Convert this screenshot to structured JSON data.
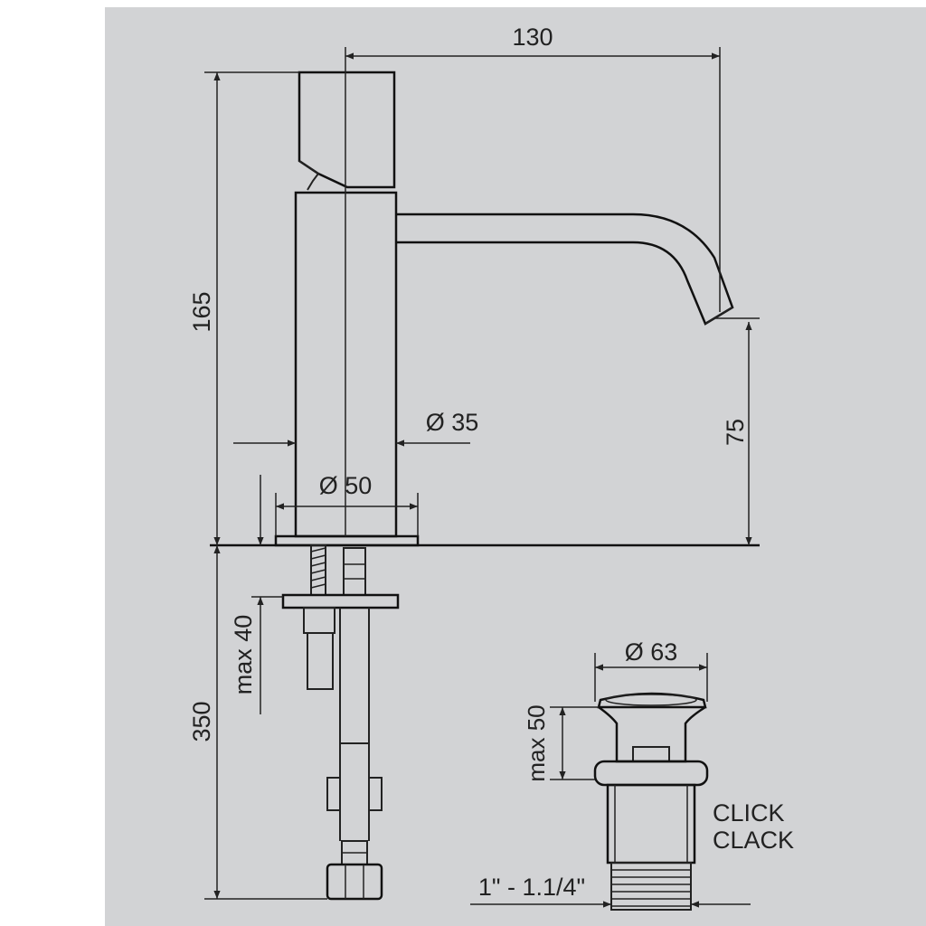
{
  "colors": {
    "panel": "#d2d3d5",
    "line": "#222222",
    "background": "#ffffff"
  },
  "dimensions": {
    "spout_reach": "130",
    "total_height": "165",
    "spout_height": "75",
    "body_diameter": "Ø 35",
    "base_diameter": "Ø 50",
    "max_deck_thickness": "max 40",
    "hose_length": "350",
    "waste_diameter": "Ø 63",
    "waste_max_thickness": "max 50",
    "waste_thread": "1\" - 1.1/4\""
  },
  "waste_label": {
    "line1": "CLICK",
    "line2": "CLACK"
  }
}
